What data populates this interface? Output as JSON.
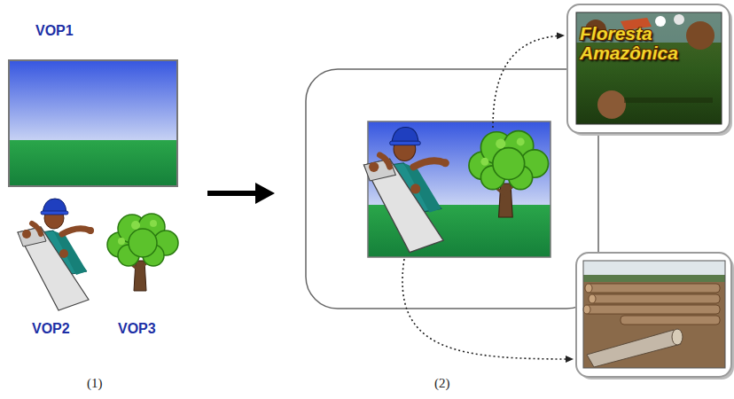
{
  "diagram": {
    "nodes": [
      {
        "text": [
          "Floresta Amazônica"
        ]
      }
    ],
    "labels": [
      "VOP1",
      "VOP2",
      "VOP3",
      "(1)",
      "(2)"
    ]
  }
}
